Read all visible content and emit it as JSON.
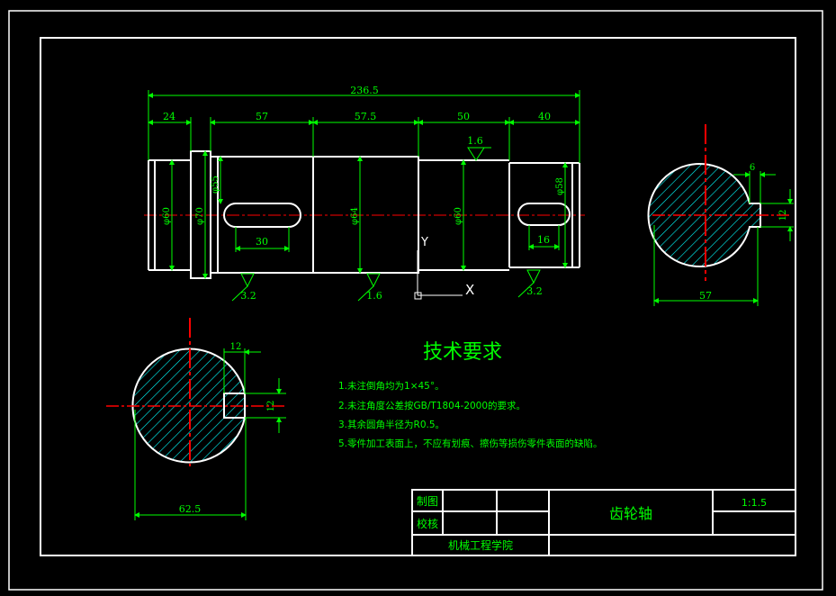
{
  "title_block": {
    "drawn_by_label": "制图",
    "checked_by_label": "校核",
    "part_name": "齿轮轴",
    "scale": "1:1.5",
    "school": "机械工程学院"
  },
  "requirements": {
    "heading": "技术要求",
    "items": [
      "1.未注倒角均为1×45°。",
      "2.未注角度公差按GB/T1804-2000的要求。",
      "3.其余圆角半径为R0.5。",
      "5.零件加工表面上，不应有划痕、擦伤等损伤零件表面的缺陷。"
    ]
  },
  "shaft_dims": {
    "overall": "236.5",
    "seg1": "24",
    "seg2": "57",
    "seg3": "57.5",
    "seg4": "50",
    "seg5": "40",
    "d1": "φ60",
    "d2": "φ70",
    "d3": "φ55",
    "d4": "φ64",
    "d5": "φ60",
    "d6": "φ58",
    "keyway1_len": "30",
    "keyway2_len": "16",
    "rough_top": "1.6",
    "rough_b1": "3.2",
    "rough_b2": "1.6",
    "rough_b3": "3.2"
  },
  "section_right": {
    "width": "57",
    "key_depth": "6",
    "key_width": "12"
  },
  "section_left": {
    "width": "62.5",
    "key_depth": "12",
    "key_width": "12"
  },
  "ucs": {
    "y": "Y",
    "x": "X"
  },
  "colors": {
    "outline": "#ffffff",
    "dimension": "#00ff00",
    "centerline": "#ff0000",
    "hatch": "#00ffff",
    "text": "#00ff00"
  }
}
